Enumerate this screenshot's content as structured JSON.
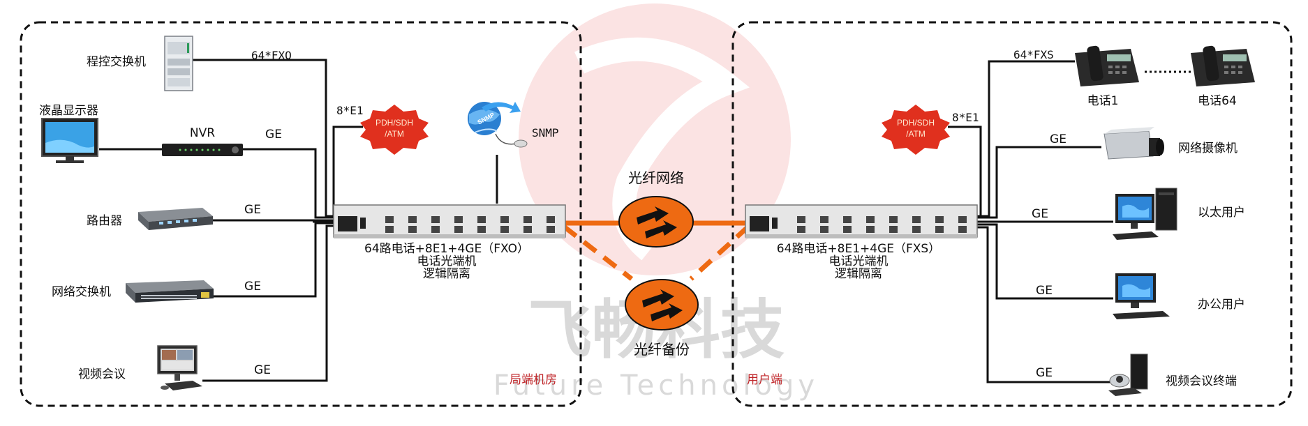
{
  "watermark": {
    "brand_cn": "飞畅科技",
    "brand_en": "Future Technology"
  },
  "left_zone": {
    "label": "局端机房",
    "devices": {
      "pbx": "程控交换机",
      "lcd": "液晶显示器",
      "nvr": "NVR",
      "router": "路由器",
      "switch": "网络交换机",
      "video_conf": "视频会议",
      "snmp": "SNMP"
    },
    "links": {
      "pbx": "64*FXO",
      "e1": "8*E1",
      "nvr": "GE",
      "router": "GE",
      "switch": "GE",
      "video_conf": "GE"
    },
    "burst": "PDH/SDH\n/ATM",
    "terminal": {
      "line1": "64路电话+8E1+4GE（FXO）",
      "line2": "电话光端机",
      "line3": "逻辑隔离"
    }
  },
  "right_zone": {
    "label": "用户端",
    "devices": {
      "phone1": "电话1",
      "phone64": "电话64",
      "camera": "网络摄像机",
      "eth_user": "以太用户",
      "office_user": "办公用户",
      "video_term": "视频会议终端"
    },
    "links": {
      "phones": "64*FXS",
      "e1": "8*E1",
      "camera": "GE",
      "eth_user": "GE",
      "office_user": "GE",
      "video_term": "GE"
    },
    "burst": "PDH/SDH\n/ATM",
    "terminal": {
      "line1": "64路电话+8E1+4GE（FXS）",
      "line2": "电话光端机",
      "line3": "逻辑隔离"
    }
  },
  "fiber": {
    "main": "光纤网络",
    "backup": "光纤备份"
  },
  "colors": {
    "fiber": "#ee6a12",
    "burst": "#e0301e",
    "zone_label": "#c0262a",
    "rack": "#e4e4e4"
  }
}
